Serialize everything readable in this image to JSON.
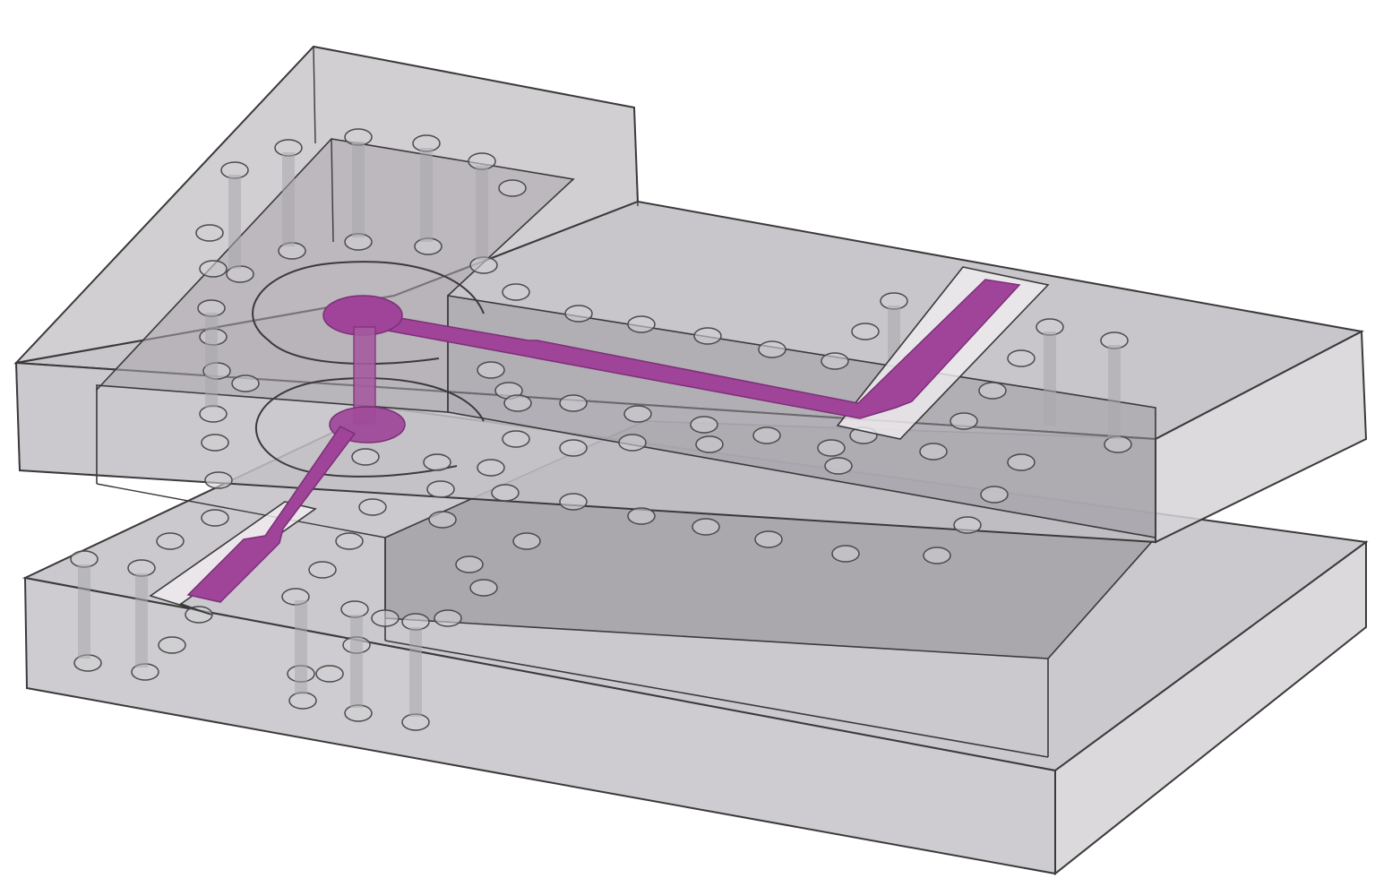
{
  "figure": {
    "kind": "3d-transparent-structure",
    "colors": {
      "background": "#ffffff",
      "box_fill": "#b9b6bb",
      "box_fill_dark": "#8f8c93",
      "box_side": "#d6d3d7",
      "edge": "#3a3a3a",
      "conductor": "#a0449a",
      "conductor_dark": "#7c2f78",
      "slot_fill": "#efecef",
      "via_fill": "#c8c6ca",
      "via_edge": "#4a4a4a"
    },
    "parts": {
      "upper_board": "upper-substrate",
      "upper_cavity": "upper-cavity",
      "lower_board": "lower-substrate",
      "lower_cavity": "lower-cavity",
      "feed_upper": "upper-feed-line",
      "feed_lower": "lower-feed-line",
      "transition": "vertical-transition",
      "vias": "via-fence"
    }
  }
}
